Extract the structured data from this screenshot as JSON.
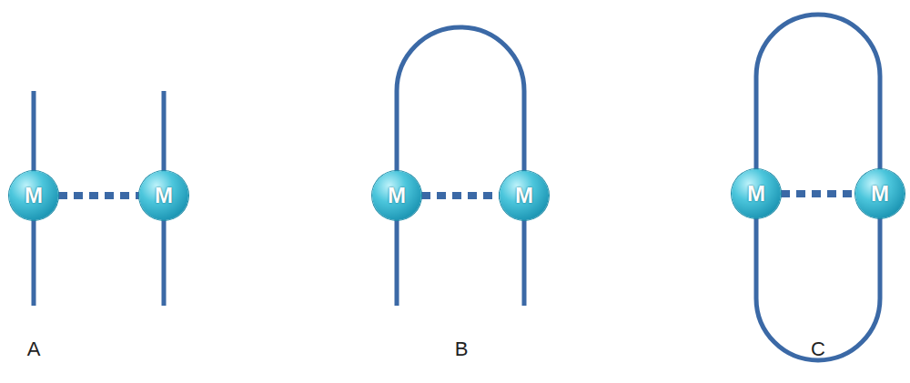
{
  "diagram": {
    "nodes": [
      {
        "text": [
          "M"
        ]
      },
      {
        "text": [
          "M"
        ]
      },
      {
        "text": [
          "M"
        ]
      },
      {
        "text": [
          "M"
        ]
      },
      {
        "text": [
          "M"
        ]
      },
      {
        "text": [
          "M"
        ]
      }
    ],
    "edges": [
      {
        "from": 0,
        "to": 1,
        "arrow": "none"
      },
      {
        "from": 2,
        "to": 3,
        "arrow": "none"
      },
      {
        "from": 4,
        "to": 5,
        "arrow": "none"
      }
    ],
    "labels": [
      "A",
      "B",
      "C"
    ]
  }
}
